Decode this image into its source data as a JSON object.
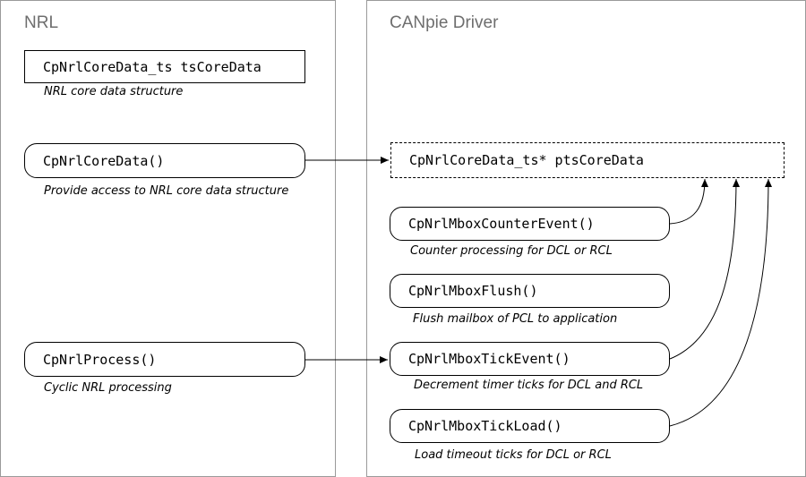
{
  "panels": {
    "nrl_title": "NRL",
    "driver_title": "CANpie Driver"
  },
  "nrl": {
    "core_data": {
      "label": "CpNrlCoreData_ts tsCoreData",
      "caption": "NRL core data structure"
    },
    "core_data_fn": {
      "label": "CpNrlCoreData()",
      "caption": "Provide access to NRL core data structure"
    },
    "process_fn": {
      "label": "CpNrlProcess()",
      "caption": "Cyclic NRL processing"
    }
  },
  "driver": {
    "core_ptr": {
      "label": "CpNrlCoreData_ts* ptsCoreData"
    },
    "counter_event": {
      "label": "CpNrlMboxCounterEvent()",
      "caption": "Counter processing for DCL or RCL"
    },
    "flush": {
      "label": "CpNrlMboxFlush()",
      "caption": "Flush mailbox of PCL to application"
    },
    "tick_event": {
      "label": "CpNrlMboxTickEvent()",
      "caption": "Decrement timer ticks for DCL and RCL"
    },
    "tick_load": {
      "label": "CpNrlMboxTickLoad()",
      "caption": "Load timeout ticks for DCL or RCL"
    }
  }
}
